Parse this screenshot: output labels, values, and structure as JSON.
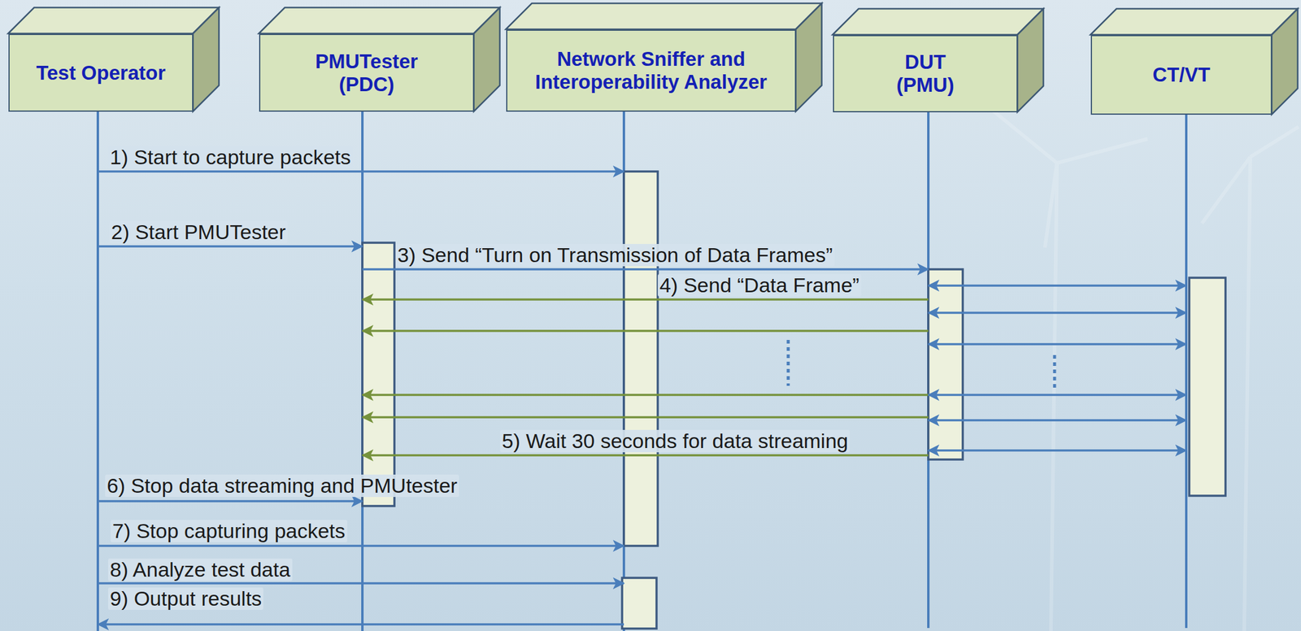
{
  "diagram": {
    "nodes": [
      {
        "text": [
          "Test Operator"
        ]
      },
      {
        "text": [
          "PMUTester (PDC)"
        ]
      },
      {
        "text": [
          "Network Sniffer and Interoperability Analyzer"
        ]
      },
      {
        "text": [
          "DUT (PMU)"
        ]
      },
      {
        "text": [
          "CT/VT"
        ]
      }
    ],
    "edges": [
      {
        "from": 0,
        "to": 2,
        "arrow": "to",
        "label": "1) Start to capture packets"
      },
      {
        "from": 0,
        "to": 1,
        "arrow": "to",
        "label": "2) Start PMUTester"
      },
      {
        "from": 1,
        "to": 3,
        "arrow": "to",
        "label": "3) Send “Turn on Transmission of Data Frames”"
      },
      {
        "from": 3,
        "to": 1,
        "arrow": "to",
        "label": "4) Send “Data Frame”"
      },
      {
        "from": 3,
        "to": 4,
        "arrow": "both"
      },
      {
        "from": 3,
        "to": 4,
        "arrow": "both"
      },
      {
        "from": 3,
        "to": 1,
        "arrow": "to"
      },
      {
        "from": 3,
        "to": 4,
        "arrow": "both"
      },
      {
        "from": 3,
        "to": 1,
        "arrow": "to"
      },
      {
        "from": 3,
        "to": 4,
        "arrow": "both"
      },
      {
        "from": 3,
        "to": 1,
        "arrow": "to"
      },
      {
        "from": 3,
        "to": 4,
        "arrow": "both"
      },
      {
        "from": 3,
        "to": 1,
        "arrow": "to",
        "label": "5) Wait 30 seconds for data streaming"
      },
      {
        "from": 3,
        "to": 4,
        "arrow": "both"
      },
      {
        "from": 0,
        "to": 1,
        "arrow": "to",
        "label": "6) Stop data streaming and PMUtester"
      },
      {
        "from": 0,
        "to": 2,
        "arrow": "to",
        "label": "7) Stop capturing packets"
      },
      {
        "from": 0,
        "to": 2,
        "arrow": "to",
        "label": "8) Analyze test data"
      },
      {
        "from": 2,
        "to": 0,
        "arrow": "to",
        "label": "9) Output results"
      }
    ]
  }
}
